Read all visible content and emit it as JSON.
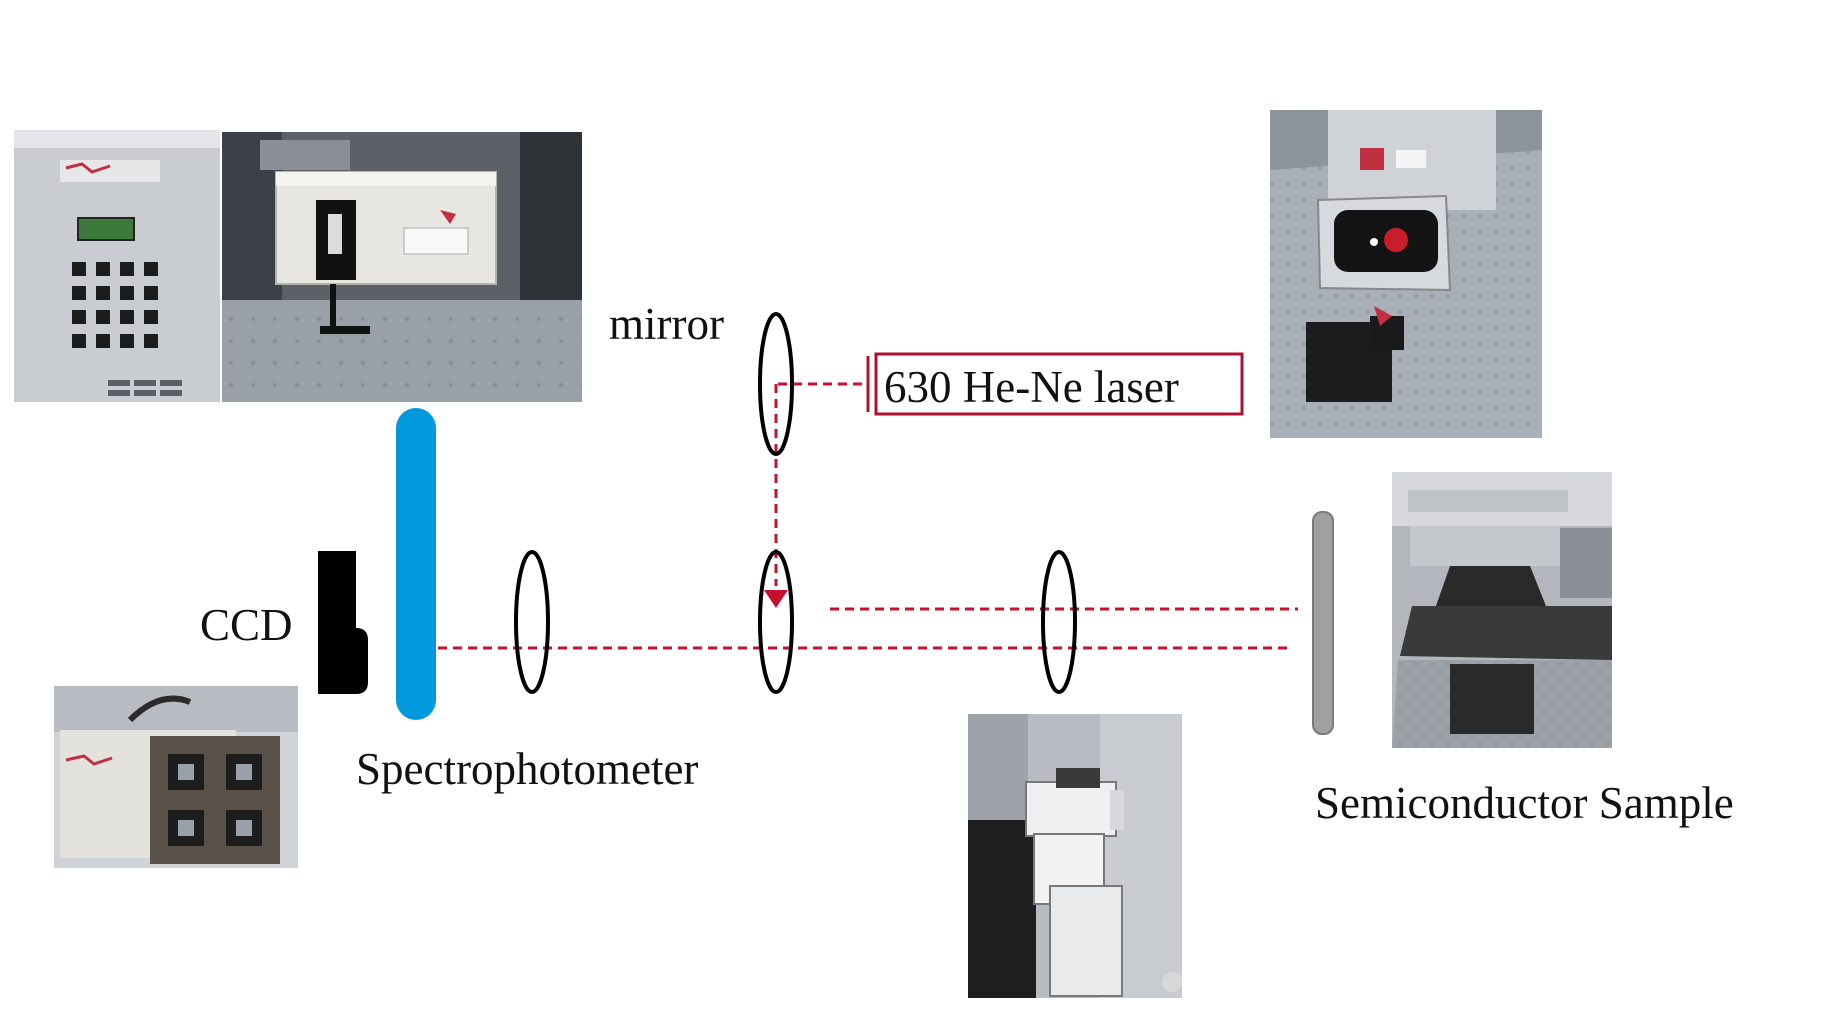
{
  "labels": {
    "mirror": "mirror",
    "laser": "630 He-Ne laser",
    "ccd": "CCD",
    "spectrophotometer": "Spectrophotometer",
    "sample": "Semiconductor Sample"
  },
  "colors": {
    "beam": "#c8102e",
    "laser_box": "#b01030",
    "grating": "#0099dd",
    "sample_plate": "#a0a0a0",
    "lens_outline": "#000000",
    "ccd_body": "#000000"
  },
  "photos": [
    "spectrometer-controller-photo",
    "spectrometer-housing-photo",
    "ccd-camera-photo",
    "microscope-photo",
    "he-ne-laser-photo",
    "sample-stage-photo"
  ]
}
